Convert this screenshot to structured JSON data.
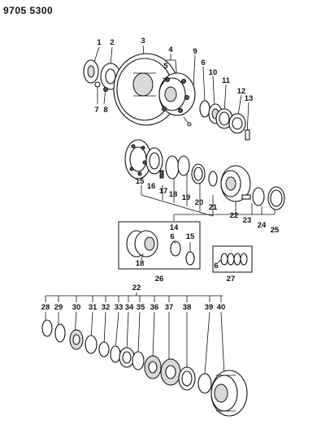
{
  "page_code": "9705 5300",
  "callouts": {
    "c1": "1",
    "c2": "2",
    "c3": "3",
    "c4": "4",
    "c5": "5",
    "c6": "6",
    "c7": "7",
    "c8": "8",
    "c9": "9",
    "c10": "10",
    "c11": "11",
    "c12": "12",
    "c13": "13",
    "c14": "14",
    "c15": "15",
    "c16": "16",
    "c17": "17",
    "c18": "18",
    "c19": "19",
    "c20": "20",
    "c21": "21",
    "c22": "22",
    "c23": "23",
    "c24": "24",
    "c25": "25",
    "b_c18": "18",
    "b_c6": "6",
    "b_c15": "15",
    "c26": "26",
    "b2_c6": "6",
    "c27": "27",
    "k_c22": "22",
    "c28": "28",
    "c29": "29",
    "c30": "30",
    "c31": "31",
    "c32": "32",
    "c33": "33",
    "c34": "34",
    "c35": "35",
    "c36": "36",
    "c37": "37",
    "c38": "38",
    "c39": "39",
    "c40": "40"
  }
}
